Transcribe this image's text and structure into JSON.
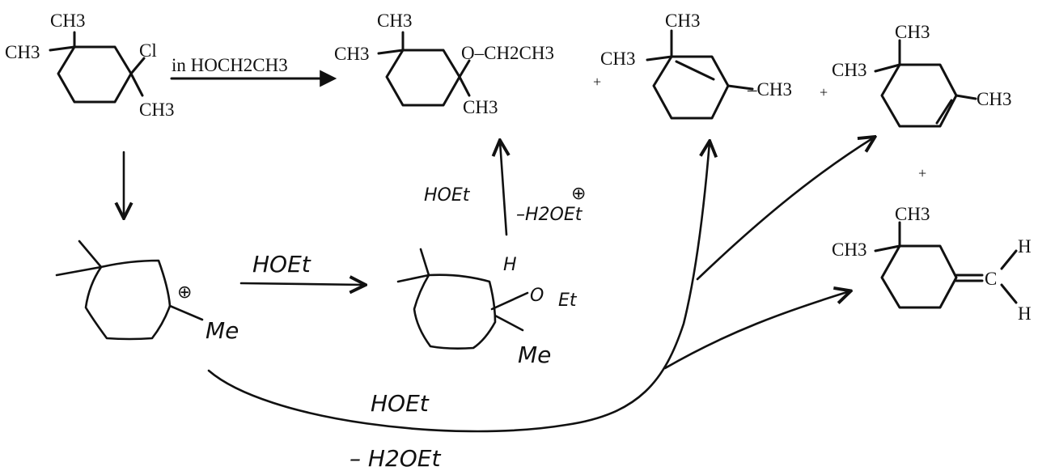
{
  "reactant": {
    "methyl_top": "CH3",
    "methyl_left": "CH3",
    "chloro": "Cl",
    "methyl_bottom": "CH3"
  },
  "conditions": "in HOCH2CH3",
  "ether_product": {
    "methyl_top": "CH3",
    "methyl_left": "CH3",
    "ethoxy": "O–CH2CH3",
    "methyl_bottom": "CH3"
  },
  "alkene_1": {
    "methyl_top": "CH3",
    "methyl_left": "CH3",
    "methyl_right": "–CH3"
  },
  "alkene_2": {
    "methyl_top": "CH3",
    "methyl_left": "CH3",
    "methyl_right": "CH3"
  },
  "alkene_3": {
    "methyl_top": "CH3",
    "methyl_left": "CH3",
    "h_top": "H",
    "h_bottom": "H",
    "carbon": "C"
  },
  "plus_signs": [
    "+",
    "+",
    "+"
  ],
  "handwritten": {
    "carbocation_methyl": "Me",
    "carbocation_charge": "⊕",
    "step_solvent": "HOEt",
    "oxonium_h": "H",
    "oxonium_o": "O",
    "oxonium_et": "Et",
    "oxonium_methyl": "Me",
    "deprotonation_left": "HOEt",
    "deprotonation_right": "–H2OEt",
    "deprotonation_charge": "⊕",
    "elimination_solvent": "HOEt",
    "elimination_byproduct": "– H2OEt"
  }
}
